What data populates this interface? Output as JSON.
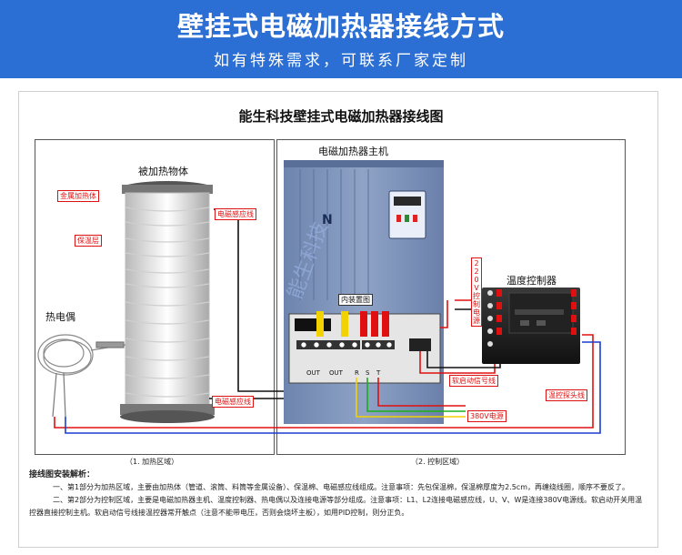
{
  "banner": {
    "title": "壁挂式电磁加热器接线方式",
    "subtitle": "如有特殊需求，可联系厂家定制"
  },
  "diagram": {
    "title": "能生科技壁挂式电磁加热器接线图",
    "left_heading": "被加热物体",
    "right_heading": "电磁加热器主机",
    "thermocouple": "热电偶",
    "temp_controller": "温度控制器",
    "internal_view": "内装置图",
    "watermark": "能生科技",
    "region1": "（1. 加热区域）",
    "region2": "（2. 控制区域）",
    "tags": {
      "metal": "金属加热体",
      "insulation": "保温层",
      "induction_coil": "电磁感应线",
      "induction_coil2": "电磁感应线",
      "soft_start": "软启动信号线",
      "power": "380V电源",
      "temp_probe": "温控探头线",
      "power220": "220V控制电源"
    },
    "terminals": [
      "OUT",
      "OUT",
      "R",
      "S",
      "T"
    ]
  },
  "notes": {
    "heading": "接线图安装解析：",
    "p1": "一、第1部分为加热区域，主要由加热体（管道、滚筒、料筒等金属设备）、保温棉、电磁感应线组成。注意事项：先包保温棉，保温棉厚度为2.5cm，再缠绕线圈，顺序不要反了。",
    "p2": "二、第2部分为控制区域，主要是电磁加热器主机、温度控制器、热电偶以及连接电源等部分组成。注意事项：L1、L2连接电磁感应线，U、V、W是连接380V电源线。软启动开关用温控器直接控制主机。软启动信号线接温控器常开触点（注意不能带电压，否则会烧坏主板），如用PID控制，则分正负。"
  },
  "colors": {
    "banner": "#2c6fd4",
    "tag_red": "#dd1111",
    "cabinet": "#7d92b8",
    "wire_yellow": "#f2d200",
    "wire_green": "#18b018",
    "wire_red": "#e01010"
  }
}
